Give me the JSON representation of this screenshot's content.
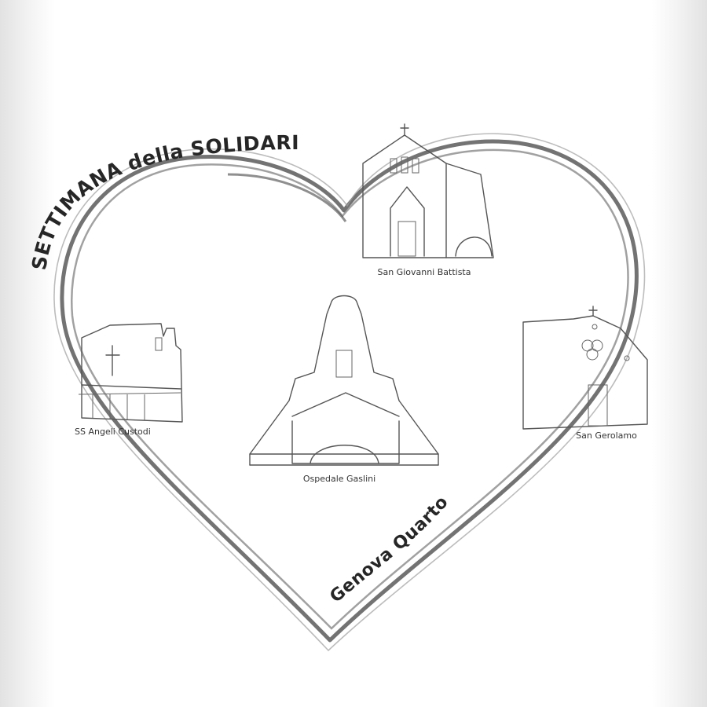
{
  "title": "SETTIMANA della SOLIDARIETA'",
  "subtitle": "Genova Quarto",
  "places": [
    {
      "id": "san-giovanni-battista",
      "label": "San Giovanni Battista"
    },
    {
      "id": "ss-angeli-custodi",
      "label": "SS Angeli Custodi"
    },
    {
      "id": "ospedale-gaslini",
      "label": "Ospedale Gaslini"
    },
    {
      "id": "san-gerolamo",
      "label": "San Gerolamo"
    }
  ],
  "colors": {
    "heart_stroke": "#5a5a5a",
    "line_art": "#555555",
    "text": "#262626"
  }
}
